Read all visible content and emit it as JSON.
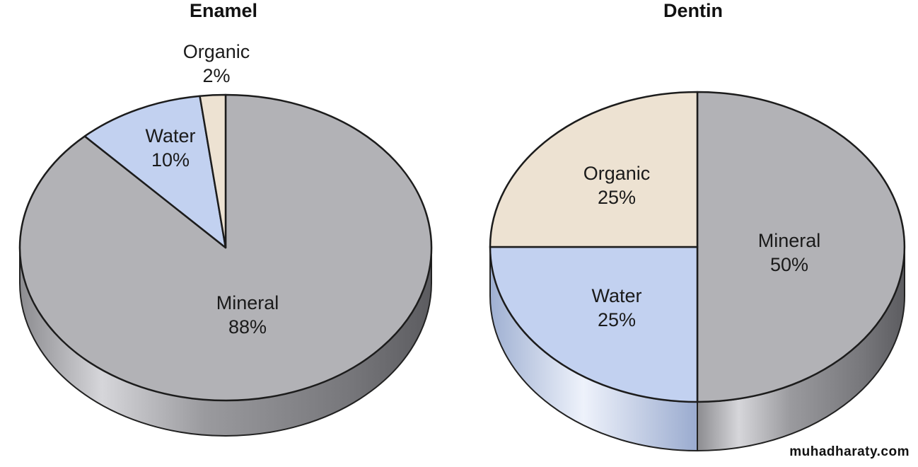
{
  "chart_data": [
    {
      "type": "pie",
      "title": "Enamel",
      "slices": [
        {
          "label": "Mineral",
          "value": 88,
          "value_label": "88%",
          "color": "#b2b2b6"
        },
        {
          "label": "Water",
          "value": 10,
          "value_label": "10%",
          "color": "#c2d1f0"
        },
        {
          "label": "Organic",
          "value": 2,
          "value_label": "2%",
          "color": "#ede2d2"
        }
      ]
    },
    {
      "type": "pie",
      "title": "Dentin",
      "slices": [
        {
          "label": "Mineral",
          "value": 50,
          "value_label": "50%",
          "color": "#b2b2b6"
        },
        {
          "label": "Water",
          "value": 25,
          "value_label": "25%",
          "color": "#c2d1f0"
        },
        {
          "label": "Organic",
          "value": 25,
          "value_label": "25%",
          "color": "#ede2d2"
        }
      ]
    }
  ],
  "watermark": "muhadharaty.com"
}
